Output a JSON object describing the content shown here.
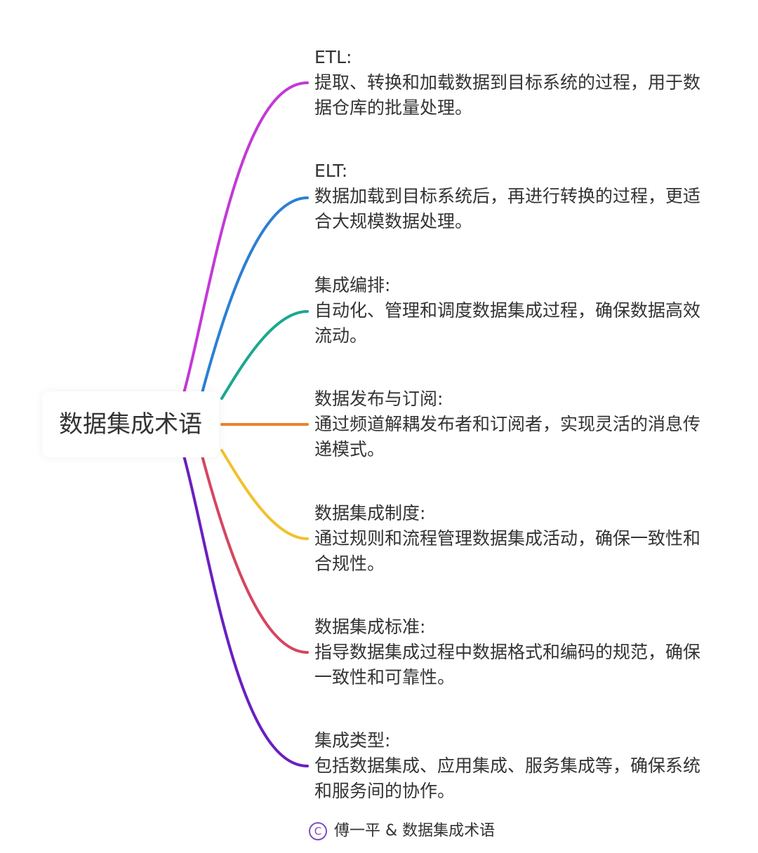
{
  "root": {
    "title": "数据集成术语"
  },
  "branches": [
    {
      "title": "ETL:",
      "desc": "提取、转换和加载数据到目标系统的过程，用于数据仓库的批量处理。",
      "color": "#c339d6"
    },
    {
      "title": "ELT:",
      "desc": "数据加载到目标系统后，再进行转换的过程，更适合大规模数据处理。",
      "color": "#2b7fd4"
    },
    {
      "title": "集成编排:",
      "desc": "自动化、管理和调度数据集成过程，确保数据高效流动。",
      "color": "#1aa88f"
    },
    {
      "title": "数据发布与订阅:",
      "desc": "通过频道解耦发布者和订阅者，实现灵活的消息传递模式。",
      "color": "#e8832e"
    },
    {
      "title": "数据集成制度:",
      "desc": "通过规则和流程管理数据集成活动，确保一致性和合规性。",
      "color": "#f2c02e"
    },
    {
      "title": "数据集成标准:",
      "desc": "指导数据集成过程中数据格式和编码的规范，确保一致性和可靠性。",
      "color": "#d6455f"
    },
    {
      "title": "集成类型:",
      "desc": "包括数据集成、应用集成、服务集成等，确保系统和服务间的协作。",
      "color": "#6a1fc0"
    }
  ],
  "footer": {
    "icon": "copyright-icon",
    "text": "傅一平 & 数据集成术语"
  }
}
